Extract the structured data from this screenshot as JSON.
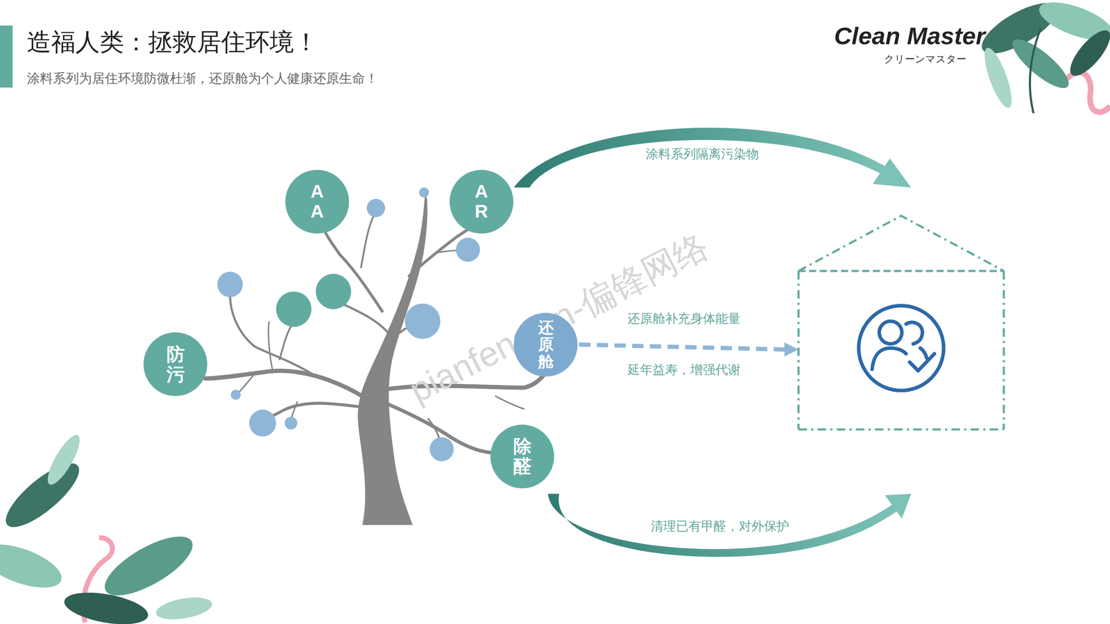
{
  "diagram": {
    "title": "造福人类：拯救居住环境！",
    "caption": "涂料系列为居住环境防微杜渐，还原舱为个人健康还原生命！",
    "nodes": [
      {
        "text": [
          "AA"
        ]
      },
      {
        "text": [
          "AR"
        ]
      },
      {
        "text": [
          "防污"
        ]
      },
      {
        "text": [
          "还原舱"
        ]
      },
      {
        "text": [
          "除醛"
        ]
      }
    ],
    "labels": [
      "Clean Master",
      "クリーンマスター",
      "涂料系列隔离污染物",
      "还原舱补充身体能量",
      "延年益寿，增强代谢",
      "清理已有甲醛，对外保护",
      "pianfeng.cn-偏锋网络"
    ]
  }
}
